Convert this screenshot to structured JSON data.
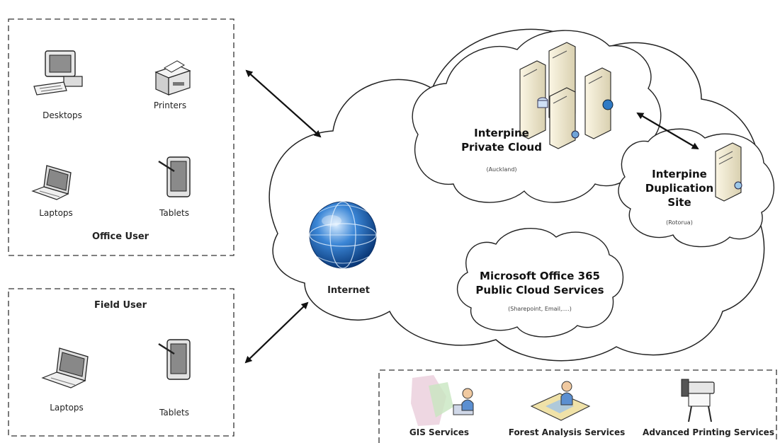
{
  "office_user": {
    "title": "Office User",
    "desktops": "Desktops",
    "printers": "Printers",
    "laptops": "Laptops",
    "tablets": "Tablets"
  },
  "field_user": {
    "title": "Field User",
    "laptops": "Laptops",
    "tablets": "Tablets"
  },
  "internet": {
    "label": "Internet"
  },
  "private_cloud": {
    "line1": "Interpine",
    "line2": "Private Cloud",
    "location": "(Auckland)"
  },
  "duplication_site": {
    "line1": "Interpine",
    "line2": "Duplication",
    "line3": "Site",
    "location": "(Rotorua)"
  },
  "ms_cloud": {
    "line1": "Microsoft Office 365",
    "line2": "Public Cloud Services",
    "detail": "(Sharepoint, Email,....)"
  },
  "services": {
    "gis": "GIS Services",
    "forest": "Forest Analysis Services",
    "printing": "Advanced Printing Services"
  },
  "icons": {
    "desktop": "desktop-computer-icon",
    "printer": "printer-icon",
    "laptop": "laptop-icon",
    "tablet": "tablet-icon",
    "globe": "globe-icon",
    "server": "server-icon"
  }
}
